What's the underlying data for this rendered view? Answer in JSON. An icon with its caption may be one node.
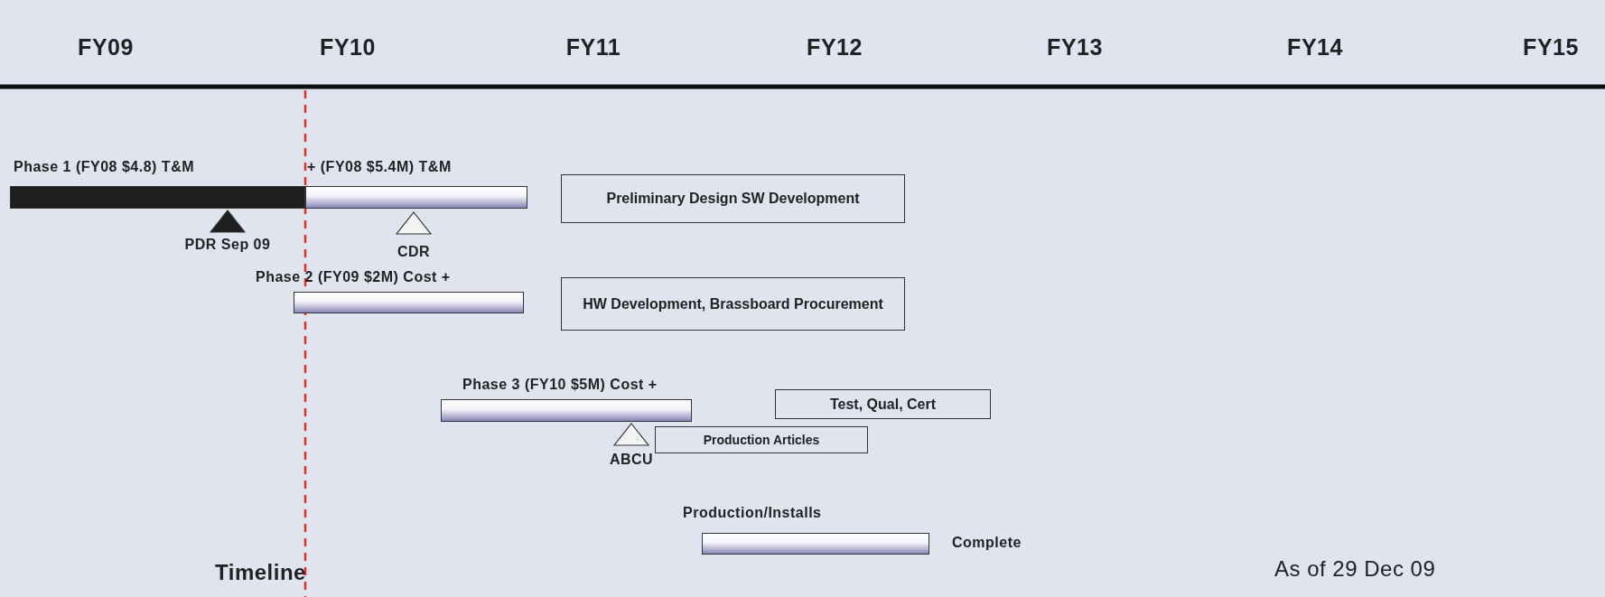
{
  "diagram": {
    "nodes": [
      {
        "text": [
          "Phase 1 (FY08 $4.8) T&M"
        ]
      },
      {
        "text": [
          "+ (FY08 $5.4M) T&M"
        ]
      },
      {
        "text": [
          "Preliminary Design SW Development"
        ]
      },
      {
        "text": [
          "PDR Sep 09"
        ]
      },
      {
        "text": [
          "CDR"
        ]
      },
      {
        "text": [
          "Phase 2 (FY09 $2M) Cost +"
        ]
      },
      {
        "text": [
          "HW Development, Brassboard Procurement"
        ]
      },
      {
        "text": [
          "Phase 3 (FY10 $5M)  Cost +"
        ]
      },
      {
        "text": [
          "Test, Qual, Cert"
        ]
      },
      {
        "text": [
          "Production Articles"
        ]
      },
      {
        "text": [
          "ABCU"
        ]
      },
      {
        "text": [
          "Production/Installs"
        ],
        "beside": [
          "Complete"
        ]
      }
    ],
    "labels": [
      "FY09",
      "FY10",
      "FY11",
      "FY12",
      "FY13",
      "FY14",
      "FY15",
      "Timeline",
      "As of 29 Dec 09"
    ]
  }
}
